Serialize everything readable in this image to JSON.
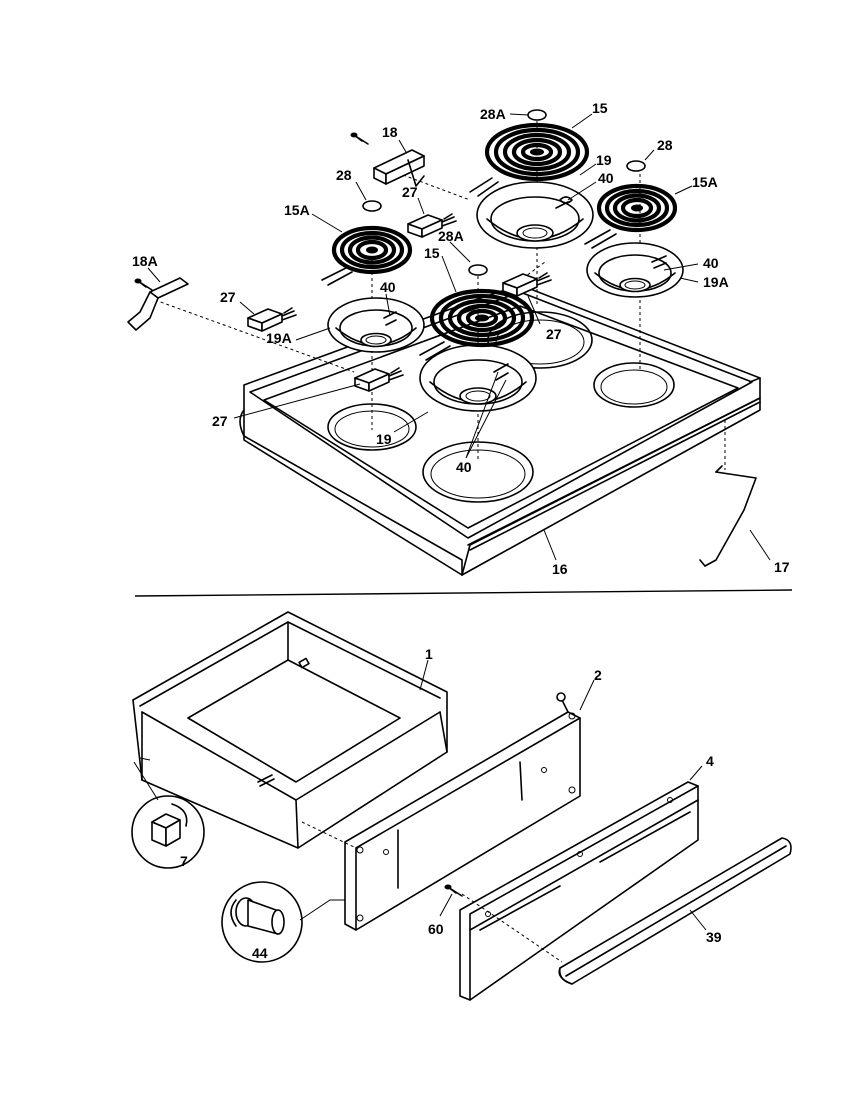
{
  "labels": {
    "p28A_top": "28A",
    "p15_top": "15",
    "p18": "18",
    "p28_right": "28",
    "p28_left": "28",
    "p19_top": "19",
    "p40_top": "40",
    "p15A_right": "15A",
    "p27_upper": "27",
    "p15A_left": "15A",
    "p28A_mid": "28A",
    "p15_mid": "15",
    "p18A": "18A",
    "p40_right": "40",
    "p19A_right": "19A",
    "p27_left": "27",
    "p40_left": "40",
    "p27_mid": "27",
    "p19A_left": "19A",
    "p27_lower": "27",
    "p19_mid": "19",
    "p40_bottom": "40",
    "p16": "16",
    "p17": "17",
    "p1": "1",
    "p2": "2",
    "p4": "4",
    "p7": "7",
    "p44": "44",
    "p60": "60",
    "p39": "39"
  }
}
